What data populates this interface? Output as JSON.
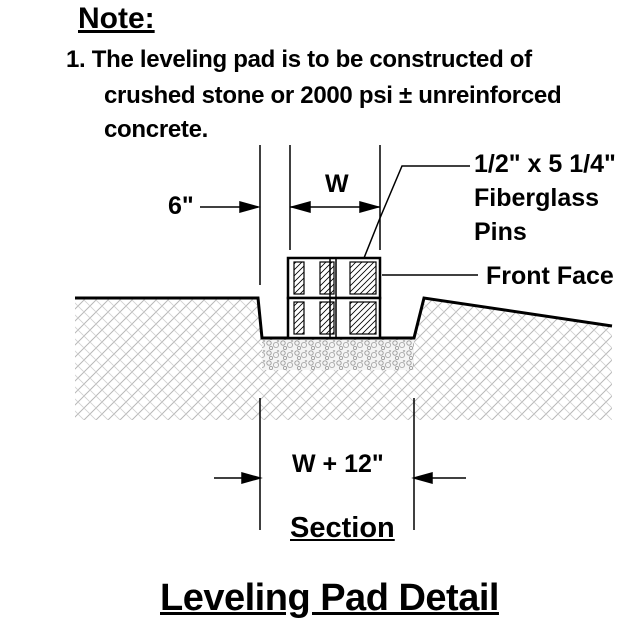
{
  "note": {
    "title": "Note:",
    "line1": "1.  The leveling pad is to be constructed of",
    "line2": "crushed stone or 2000 psi ± unreinforced",
    "line3": "concrete."
  },
  "labels": {
    "setback": "6\"",
    "width": "W",
    "pins_line1": "1/2\" x 5 1/4\"",
    "pins_line2": "Fiberglass",
    "pins_line3": "Pins",
    "front_face": "Front Face",
    "pad_width": "W + 12\""
  },
  "section_label": "Section",
  "title": "Leveling Pad Detail"
}
